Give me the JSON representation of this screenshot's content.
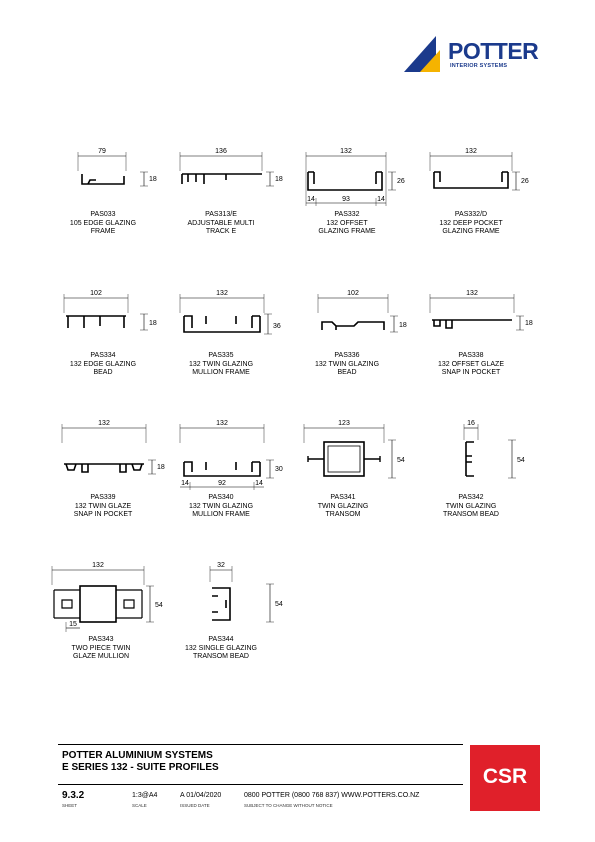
{
  "brand": {
    "name": "POTTER",
    "subtitle": "INTERIOR SYSTEMS",
    "colors": {
      "blue": "#1b3a8c",
      "yellow": "#f5b300",
      "csr_red": "#e0202a"
    }
  },
  "profiles": [
    {
      "code": "PAS033",
      "lines": [
        "105 EDGE GLAZING",
        "FRAME"
      ],
      "width_dim": "79",
      "height_dim": "18"
    },
    {
      "code": "PAS313/E",
      "lines": [
        "ADJUSTABLE MULTI",
        "TRACK E"
      ],
      "width_dim": "136",
      "height_dim": "18"
    },
    {
      "code": "PAS332",
      "lines": [
        "132 OFFSET",
        "GLAZING FRAME"
      ],
      "width_dim": "132",
      "height_dim": "26",
      "sub_dims": [
        "14",
        "93",
        "14"
      ]
    },
    {
      "code": "PAS332/D",
      "lines": [
        "132 DEEP POCKET",
        "GLAZING FRAME"
      ],
      "width_dim": "132",
      "height_dim": "26"
    },
    {
      "code": "PAS334",
      "lines": [
        "132 EDGE GLAZING",
        "BEAD"
      ],
      "width_dim": "102",
      "height_dim": "18"
    },
    {
      "code": "PAS335",
      "lines": [
        "132 TWIN GLAZING",
        "MULLION FRAME"
      ],
      "width_dim": "132",
      "height_dim": "36"
    },
    {
      "code": "PAS336",
      "lines": [
        "132 TWIN GLAZING",
        "BEAD"
      ],
      "width_dim": "102",
      "height_dim": "18"
    },
    {
      "code": "PAS338",
      "lines": [
        "132 OFFSET GLAZE",
        "SNAP IN POCKET"
      ],
      "width_dim": "132",
      "height_dim": "18"
    },
    {
      "code": "PAS339",
      "lines": [
        "132 TWIN GLAZE",
        "SNAP IN POCKET"
      ],
      "width_dim": "132",
      "height_dim": "18"
    },
    {
      "code": "PAS340",
      "lines": [
        "132 TWIN GLAZING",
        "MULLION FRAME"
      ],
      "width_dim": "132",
      "height_dim": "30",
      "sub_dims": [
        "14",
        "92",
        "14"
      ]
    },
    {
      "code": "PAS341",
      "lines": [
        "TWIN GLAZING",
        "TRANSOM"
      ],
      "width_dim": "123",
      "height_dim": "54"
    },
    {
      "code": "PAS342",
      "lines": [
        "TWIN GLAZING",
        "TRANSOM BEAD"
      ],
      "width_dim": "16",
      "height_dim": "54"
    },
    {
      "code": "PAS343",
      "lines": [
        "TWO PIECE TWIN",
        "GLAZE MULLION"
      ],
      "width_dim": "132",
      "height_dim": "54",
      "sub_dims": [
        "15"
      ]
    },
    {
      "code": "PAS344",
      "lines": [
        "132 SINGLE GLAZING",
        "TRANSOM BEAD"
      ],
      "width_dim": "32",
      "height_dim": "54"
    }
  ],
  "footer": {
    "title_line1": "POTTER ALUMINIUM SYSTEMS",
    "title_line2": "E SERIES 132 - SUITE PROFILES",
    "sheet": "9.3.2",
    "sheet_label": "SHEET",
    "scale": "1:3@A4",
    "scale_label": "SCALE",
    "issued": "A 01/04/2020",
    "issued_label": "ISSUED DATE",
    "contact": "0800 POTTER (0800 768 837) WWW.POTTERS.CO.NZ",
    "contact_label": "SUBJECT TO CHANGE WITHOUT NOTICE",
    "logo": "CSR"
  }
}
